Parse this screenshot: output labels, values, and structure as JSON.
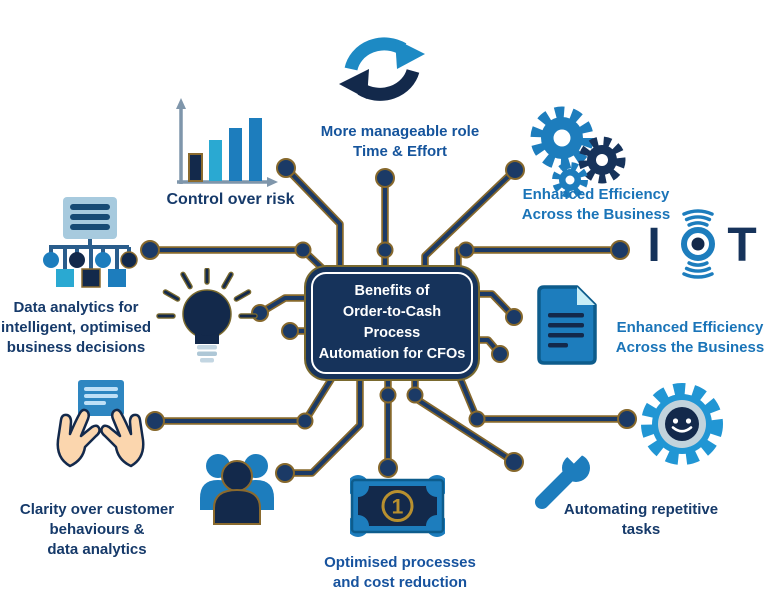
{
  "center_box": {
    "lines": [
      "Benefits of",
      "Order-to-Cash Process",
      "Automation for CFOs"
    ]
  },
  "labels": {
    "top_center": {
      "lines": [
        "More manageable role",
        "Time & Effort"
      ]
    },
    "top_left": {
      "lines": [
        "Control over risk"
      ]
    },
    "top_right": {
      "lines": [
        "Enhanced Efficiency",
        "Across the Business"
      ]
    },
    "left": {
      "lines": [
        "Data analytics for",
        "intelligent, optimised",
        "business decisions"
      ]
    },
    "right": {
      "lines": [
        "Enhanced Efficiency",
        "Across the Business"
      ]
    },
    "bottom_left": {
      "lines": [
        "Clarity over customer",
        "behaviours &",
        "data analytics"
      ]
    },
    "bottom_center": {
      "lines": [
        "Optimised processes",
        "and cost reduction"
      ]
    },
    "bottom_right": {
      "lines": [
        "Automating repetitive",
        "tasks"
      ]
    }
  },
  "iot": {
    "left_letter": "I",
    "right_letter": "T"
  },
  "money": {
    "number": "1"
  },
  "icons": {
    "top_center": "sync-arrows-icon",
    "top_left": "bar-chart-icon",
    "top_right": "gears-icon",
    "left": "data-hierarchy-icon",
    "mid_left": "lightbulb-icon",
    "right": "iot-icon",
    "mid_right": "document-icon",
    "bottom_left": "hands-holding-document-icon",
    "bottom_center_left": "team-icon",
    "bottom_center": "banknote-icon",
    "bottom_right_wrench": "wrench-icon",
    "bottom_right_gear": "gear-smiley-icon"
  },
  "colors": {
    "navy": "#16335b",
    "trace_navy": "#1b3a66",
    "trace_gold": "#86682c",
    "blue": "#1d7dbd",
    "cyan": "#2aa9d2",
    "light_blue": "#1d8ac4",
    "label_navy": "#163a6a",
    "label_blue": "#1a74b8",
    "skin": "#fbd6ae",
    "gold": "#b8902f"
  }
}
